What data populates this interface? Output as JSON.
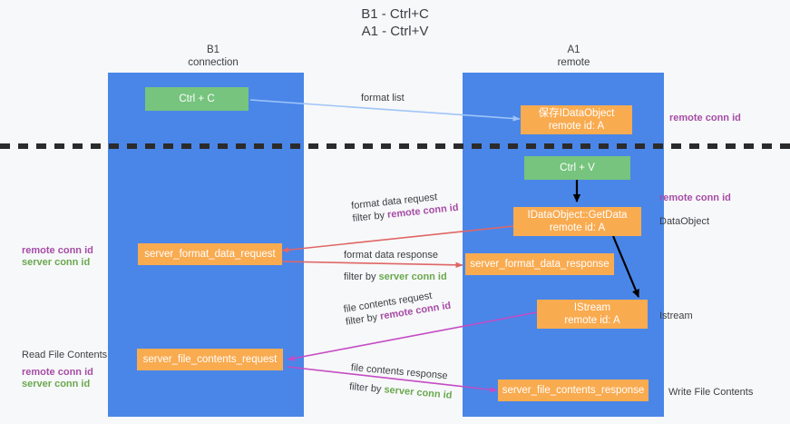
{
  "title": {
    "line1": "B1 - Ctrl+C",
    "line2": "A1 - Ctrl+V"
  },
  "columns": [
    {
      "name": "B1",
      "subtitle": "connection"
    },
    {
      "name": "A1",
      "subtitle": "remote"
    }
  ],
  "nodes": {
    "ctrl_c": {
      "line1": "Ctrl + C",
      "line2": ""
    },
    "save_dataobject": {
      "line1": "保存IDataObject",
      "line2": "remote id: A"
    },
    "ctrl_v": {
      "line1": "Ctrl + V",
      "line2": ""
    },
    "getdata": {
      "line1": "IDataObject::GetData",
      "line2": "remote id: A"
    },
    "fmt_req": {
      "line1": "server_format_data_request",
      "line2": ""
    },
    "fmt_resp": {
      "line1": "server_format_data_response",
      "line2": ""
    },
    "istream": {
      "line1": "IStream",
      "line2": "remote id: A"
    },
    "file_req": {
      "line1": "server_file_contents_request",
      "line2": ""
    },
    "file_resp": {
      "line1": "server_file_contents_response",
      "line2": ""
    }
  },
  "edge_labels": {
    "format_list": "format list",
    "fmt_req_l1": "format data request",
    "fmt_req_l2_prefix": "filter by ",
    "fmt_req_l2_key": "remote conn id",
    "fmt_resp_l1": "format data response",
    "fmt_resp_l2_prefix": "filter by ",
    "fmt_resp_l2_key": "server conn id",
    "file_req_l1": "file contents request",
    "file_req_l2_prefix": "filter by ",
    "file_req_l2_key": "remote conn id",
    "file_resp_l1": "file contents response",
    "file_resp_l2_prefix": "filter by ",
    "file_resp_l2_key": "server conn id"
  },
  "annotations": {
    "right_remote_conn_id_top": "remote conn id",
    "right_remote_conn_id_mid": "remote conn id",
    "right_dataobject": "DataObject",
    "right_istream": "Istream",
    "right_write_file_contents": "Write File Contents",
    "left_remote_conn_id": "remote conn id",
    "left_server_conn_id": "server conn id",
    "left_read_file_contents": "Read File Contents",
    "left_remote_conn_id_2": "remote conn id",
    "left_server_conn_id_2": "server conn id"
  },
  "colors": {
    "lane": "#4a86e8",
    "green_node": "#76c47d",
    "orange_node": "#f9ab50",
    "purple_text": "#a64ca6",
    "green_text": "#6aa84f",
    "blue_arrow": "#9fc5f8",
    "red_arrow": "#e06666",
    "magenta_arrow": "#c44bc4",
    "black_arrow": "#000000",
    "divider": "#2b2b2b",
    "background": "#f7f8f9"
  }
}
